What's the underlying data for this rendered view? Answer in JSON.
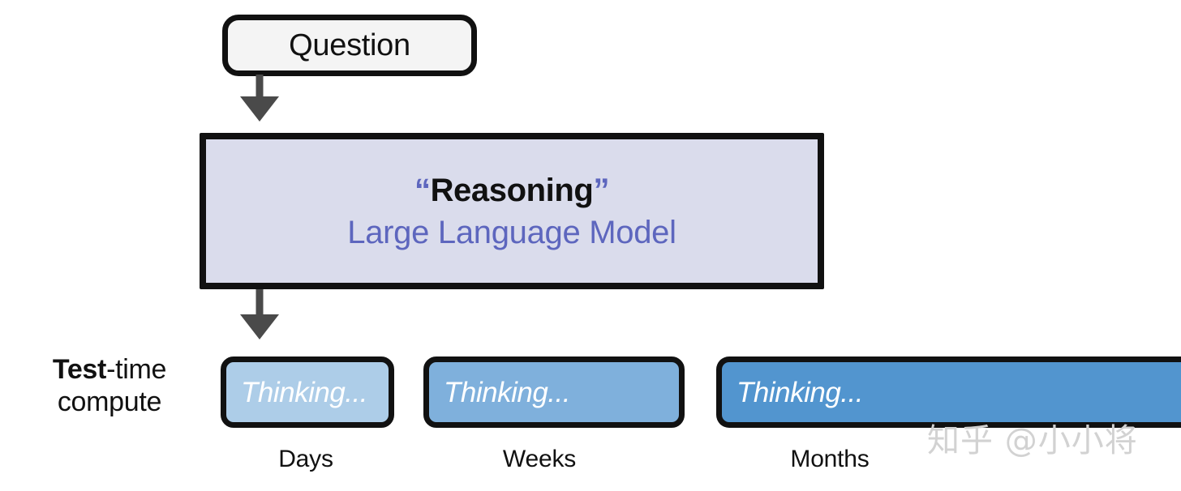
{
  "diagram": {
    "title_node": {
      "label": "Question"
    },
    "model_node": {
      "title_open_quote": "“",
      "title_text": "Reasoning",
      "title_close_quote": "”",
      "subtitle": "Large Language Model"
    },
    "axis_label": {
      "bold_part": "Test",
      "rest_part": "-time",
      "second_line": "compute"
    },
    "bars": [
      {
        "text": "Thinking...",
        "caption": "Days",
        "fill": "#adcde8",
        "scale": "short"
      },
      {
        "text": "Thinking...",
        "caption": "Weeks",
        "fill": "#7fb0dc",
        "scale": "medium"
      },
      {
        "text": "Thinking...",
        "caption": "Months",
        "fill": "#5295cf",
        "scale": "long"
      }
    ],
    "arrows": [
      {
        "name": "question-to-model"
      },
      {
        "name": "model-to-compute"
      }
    ],
    "colors": {
      "accent_purple": "#5d66be",
      "outline_black": "#111111",
      "question_fill": "#f4f4f4",
      "model_fill": "#dadcec",
      "arrow_gray": "#4a4a4a",
      "bar_text": "#ffffff"
    },
    "watermark": "知乎 @小小将"
  }
}
